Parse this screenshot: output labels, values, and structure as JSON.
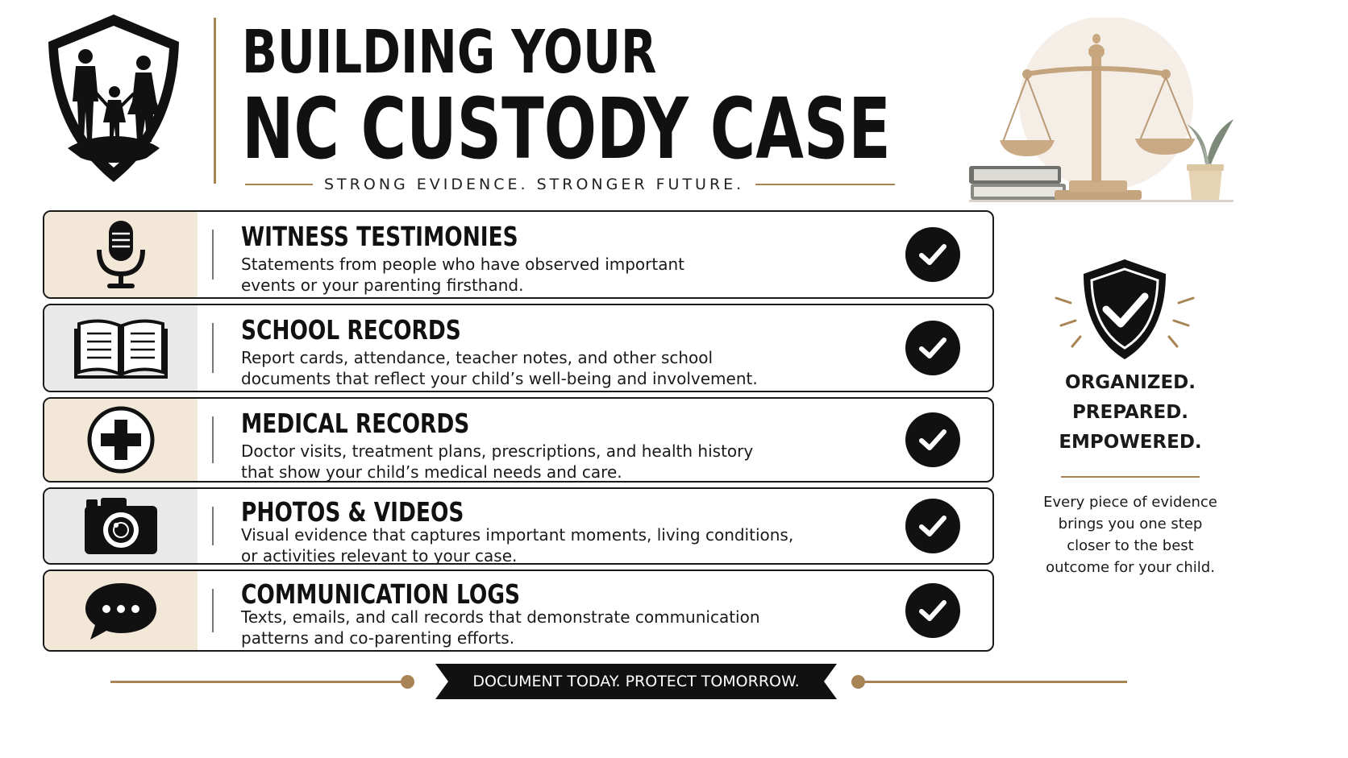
{
  "header": {
    "title_line_1": "BUILDING YOUR",
    "title_line_2": "NC CUSTODY CASE",
    "tagline": "STRONG EVIDENCE. STRONGER FUTURE."
  },
  "evidence": [
    {
      "title": "WITNESS TESTIMONIES",
      "description": "Statements from people who have observed important events or your parenting firsthand.",
      "icon": "microphone-icon"
    },
    {
      "title": "SCHOOL RECORDS",
      "description": "Report cards, attendance, teacher notes, and other school documents that reflect your child’s well-being and involvement.",
      "icon": "open-book-icon"
    },
    {
      "title": "MEDICAL RECORDS",
      "description": "Doctor visits, treatment plans, prescriptions, and health history that show your child’s medical needs and care.",
      "icon": "medical-cross-icon"
    },
    {
      "title": "PHOTOS & VIDEOS",
      "description": "Visual evidence that captures important moments, living conditions, or activities relevant to your case.",
      "icon": "camera-icon"
    },
    {
      "title": "COMMUNICATION LOGS",
      "description": "Texts, emails, and call records that demonstrate communication patterns and co-parenting efforts.",
      "icon": "speech-bubble-icon"
    }
  ],
  "side_panel": {
    "motto": [
      "ORGANIZED.",
      "PREPARED.",
      "EMPOWERED."
    ],
    "note": "Every piece of evidence\nbrings you one step\ncloser to the best\noutcome for your child."
  },
  "footer": {
    "banner": "DOCUMENT TODAY. PROTECT TOMORROW."
  },
  "colors": {
    "accent_gold": "#a88455",
    "beige_panel": "#f3e8d8",
    "gray_panel": "#e9e9e9",
    "ink": "#111111"
  }
}
